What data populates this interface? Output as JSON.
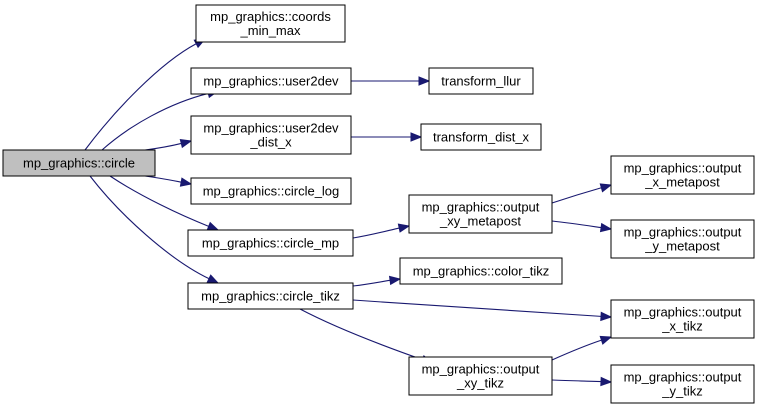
{
  "diagram": {
    "nodes": [
      {
        "id": "circle",
        "lines": [
          "mp_graphics::circle"
        ],
        "root": true
      },
      {
        "id": "coords_min_max",
        "lines": [
          "mp_graphics::coords",
          "_min_max"
        ]
      },
      {
        "id": "user2dev",
        "lines": [
          "mp_graphics::user2dev"
        ]
      },
      {
        "id": "user2dev_dist_x",
        "lines": [
          "mp_graphics::user2dev",
          "_dist_x"
        ]
      },
      {
        "id": "circle_log",
        "lines": [
          "mp_graphics::circle_log"
        ]
      },
      {
        "id": "circle_mp",
        "lines": [
          "mp_graphics::circle_mp"
        ]
      },
      {
        "id": "circle_tikz",
        "lines": [
          "mp_graphics::circle_tikz"
        ]
      },
      {
        "id": "transform_llur",
        "lines": [
          "transform_llur"
        ]
      },
      {
        "id": "transform_dist_x",
        "lines": [
          "transform_dist_x"
        ]
      },
      {
        "id": "output_xy_metapost",
        "lines": [
          "mp_graphics::output",
          "_xy_metapost"
        ]
      },
      {
        "id": "color_tikz",
        "lines": [
          "mp_graphics::color_tikz"
        ]
      },
      {
        "id": "output_xy_tikz",
        "lines": [
          "mp_graphics::output",
          "_xy_tikz"
        ]
      },
      {
        "id": "output_x_metapost",
        "lines": [
          "mp_graphics::output",
          "_x_metapost"
        ]
      },
      {
        "id": "output_y_metapost",
        "lines": [
          "mp_graphics::output",
          "_y_metapost"
        ]
      },
      {
        "id": "output_x_tikz",
        "lines": [
          "mp_graphics::output",
          "_x_tikz"
        ]
      },
      {
        "id": "output_y_tikz",
        "lines": [
          "mp_graphics::output",
          "_y_tikz"
        ]
      }
    ],
    "edges": [
      {
        "from": "circle",
        "to": "coords_min_max"
      },
      {
        "from": "circle",
        "to": "user2dev"
      },
      {
        "from": "circle",
        "to": "user2dev_dist_x"
      },
      {
        "from": "circle",
        "to": "circle_log"
      },
      {
        "from": "circle",
        "to": "circle_mp"
      },
      {
        "from": "circle",
        "to": "circle_tikz"
      },
      {
        "from": "user2dev",
        "to": "transform_llur"
      },
      {
        "from": "user2dev_dist_x",
        "to": "transform_dist_x"
      },
      {
        "from": "circle_mp",
        "to": "output_xy_metapost"
      },
      {
        "from": "output_xy_metapost",
        "to": "output_x_metapost"
      },
      {
        "from": "output_xy_metapost",
        "to": "output_y_metapost"
      },
      {
        "from": "circle_tikz",
        "to": "color_tikz"
      },
      {
        "from": "circle_tikz",
        "to": "output_x_tikz"
      },
      {
        "from": "circle_tikz",
        "to": "output_xy_tikz"
      },
      {
        "from": "output_xy_tikz",
        "to": "output_x_tikz"
      },
      {
        "from": "output_xy_tikz",
        "to": "output_y_tikz"
      }
    ],
    "colors": {
      "edge": "#191970",
      "root_fill": "#bfbfbf",
      "node_fill": "#ffffff",
      "border": "#000000"
    }
  }
}
